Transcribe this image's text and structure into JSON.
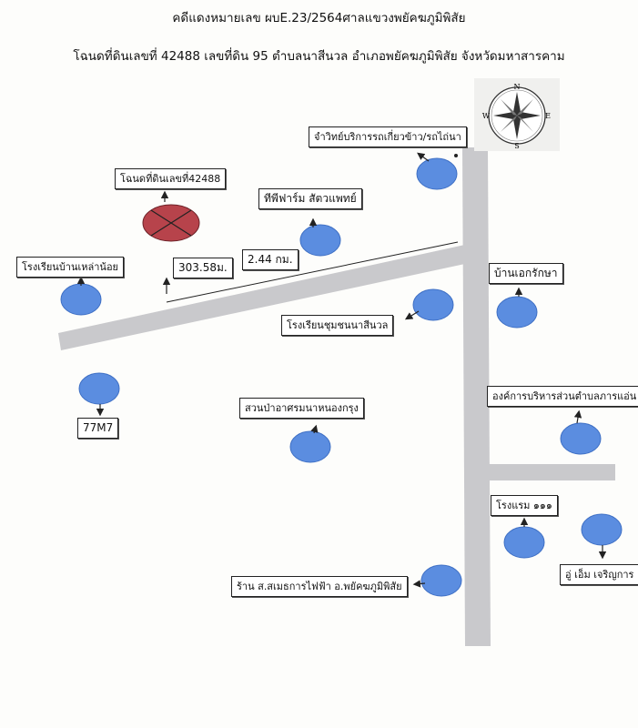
{
  "header": {
    "line1": "คดีแดงหมายเลข ผบE.23/2564ศาลแขวงพยัคฆภูมิพิสัย",
    "line2": "โฉนดที่ดินเลขที่ 42488 เลขที่ดิน 95 ตำบลนาสีนวล อำเภอพยัคฆภูมิพิสัย จังหวัดมหาสารคาม"
  },
  "compass": {
    "n": "N",
    "e": "E",
    "s": "S",
    "w": "W"
  },
  "labels": {
    "deed": "โฉนดที่ดินเลขที่42488",
    "clinic": "ทีพีฟาร์ม สัตวแพทย์",
    "harvester": "จำวิทย์บริการรถเกี่ยวข้าว/รถไถ่นา",
    "school_left": "โรงเรียนบ้านเหล่าน้อย",
    "dist1": "303.58ม.",
    "dist2": "2.44 กม.",
    "school_community": "โรงเรียนชุมชนนาสีนวล",
    "village": "บ้านเอกรักษา",
    "shop77": "77M7",
    "park": "สวนป่าอาศรมนาหนองกรุง",
    "tao": "องค์การบริหารส่วนตำบลภารแอ่น",
    "hotel": "โรงแรม ๑๑๑",
    "garage": "อู่ เอ็ม เจริญการ",
    "electric_shop": "ร้าน ส.สเมธการไฟฟ้า อ.พยัคฆภูมิพิสัย"
  },
  "colors": {
    "road": "#c9c9cc",
    "marker": "#5b8de0",
    "marker_edge": "#3e6fc4",
    "target": "#b7434b"
  }
}
